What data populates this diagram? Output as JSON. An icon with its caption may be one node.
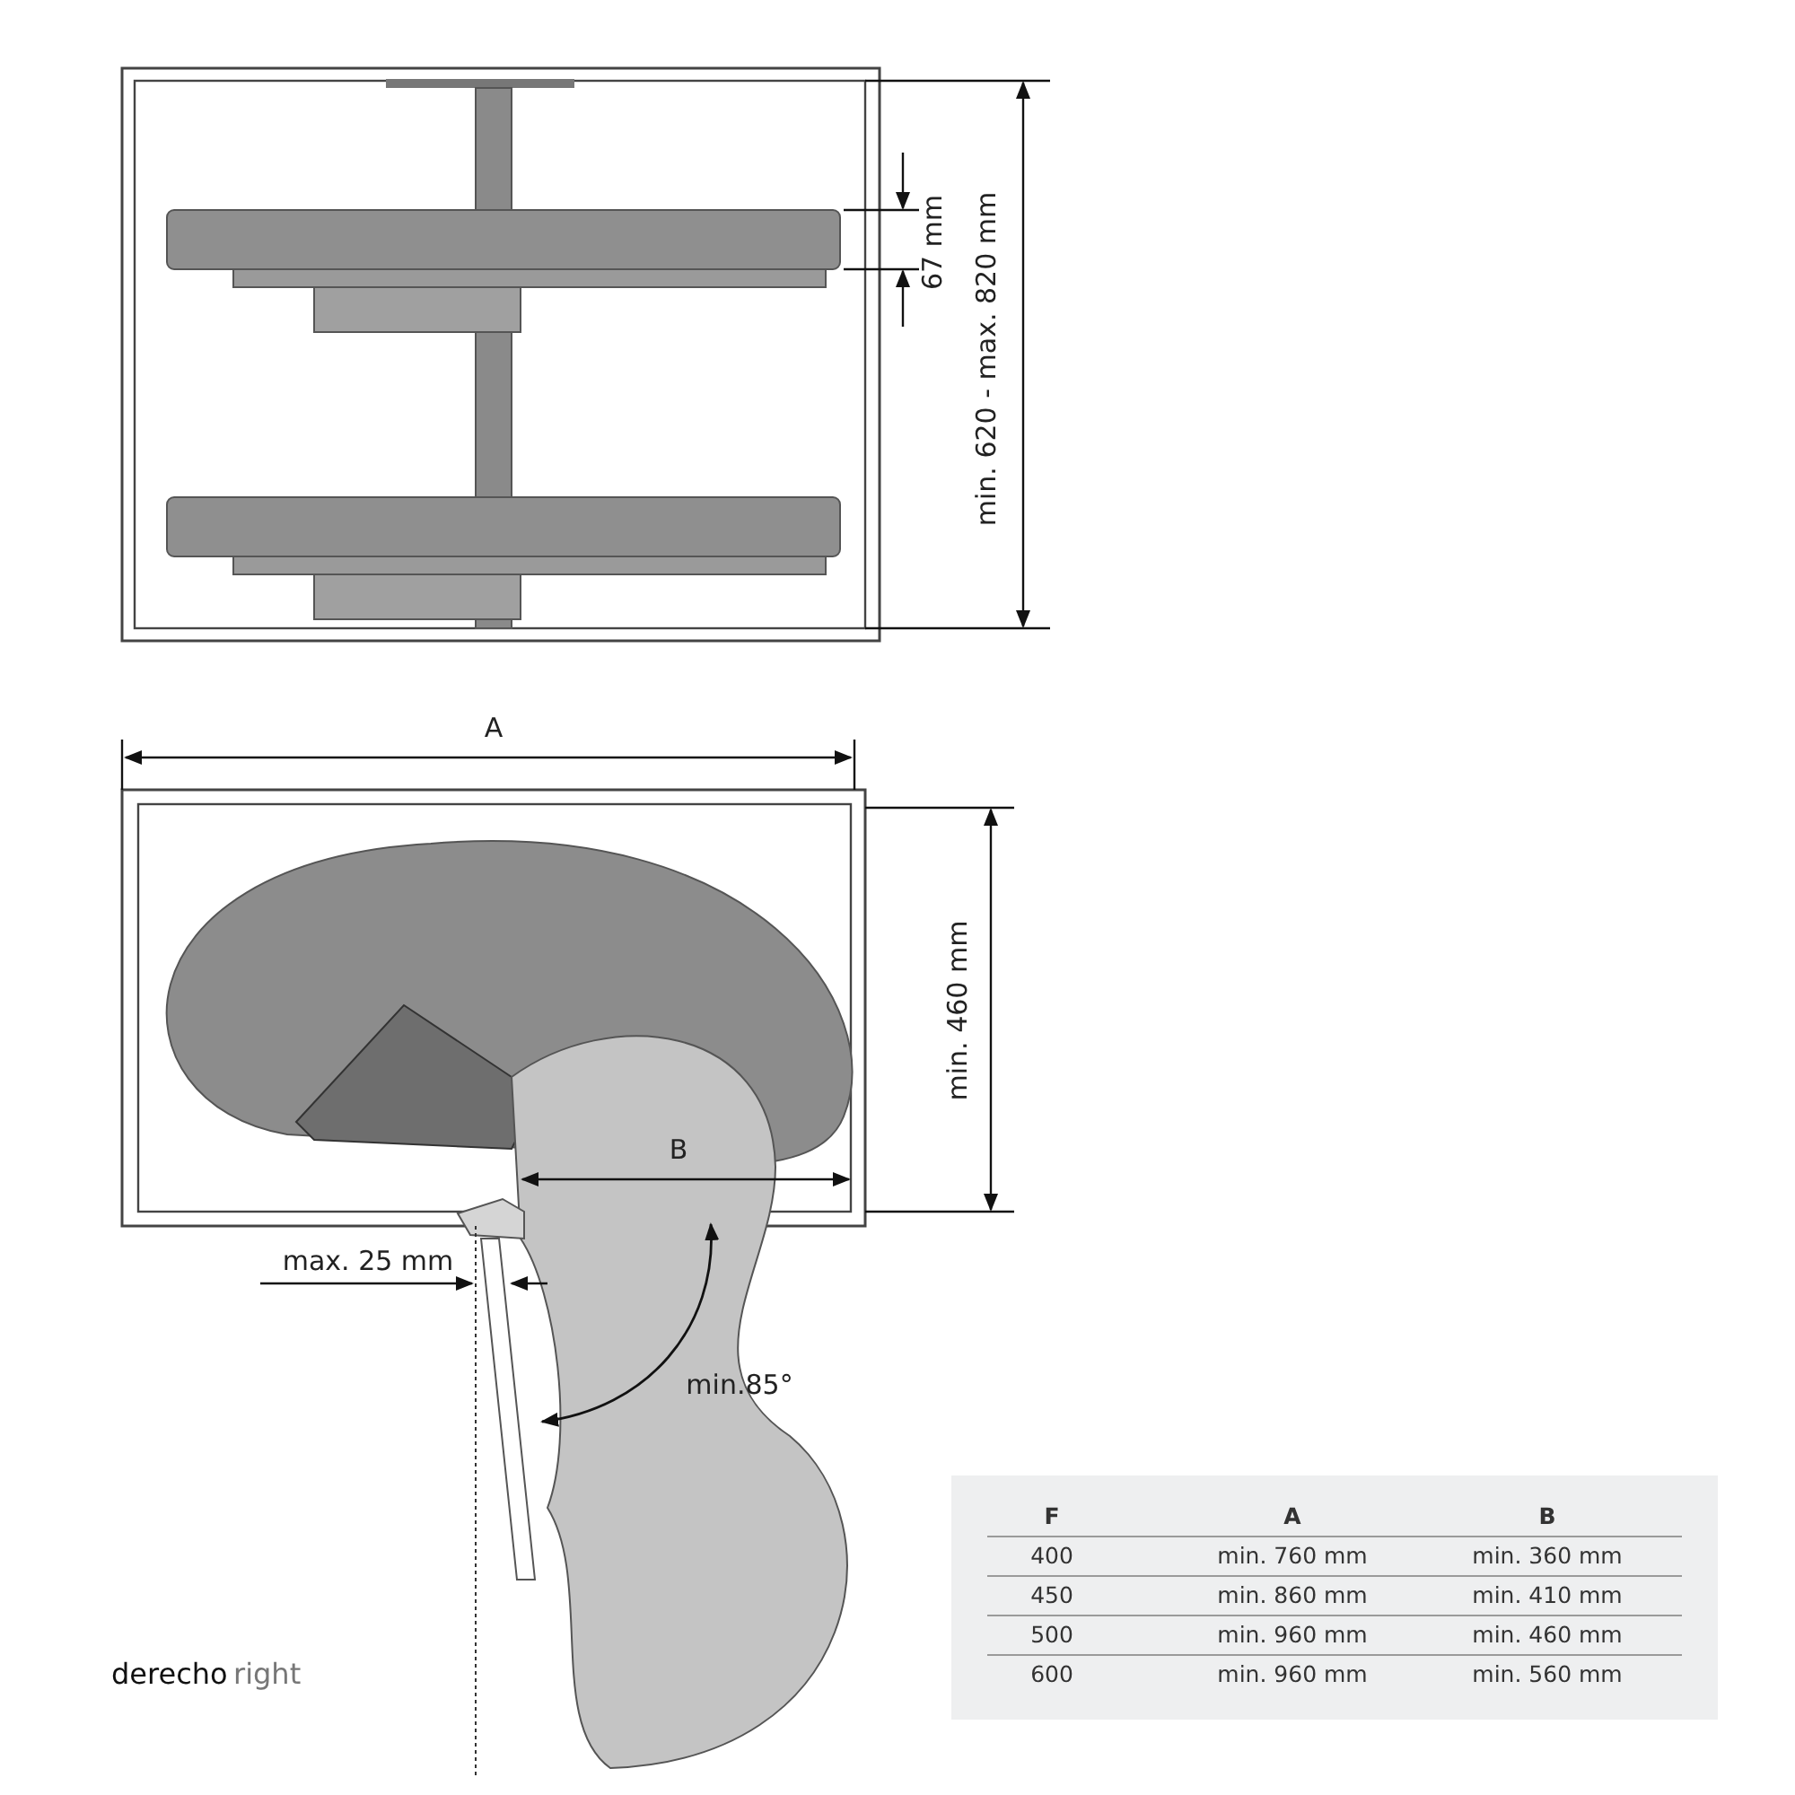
{
  "diagram": {
    "labels": [
      "67 mm",
      "min. 620 - max. 820 mm",
      "A",
      "min. 460 mm",
      "B",
      "max. 25 mm",
      "min.85°",
      "F",
      "A",
      "B",
      "400",
      "min. 760 mm",
      "min. 360 mm",
      "450",
      "min. 860 mm",
      "min. 410 mm",
      "500",
      "min. 960 mm",
      "min. 460 mm",
      "600",
      "min. 960 mm",
      "min. 560 mm",
      "derecho",
      "right"
    ]
  }
}
